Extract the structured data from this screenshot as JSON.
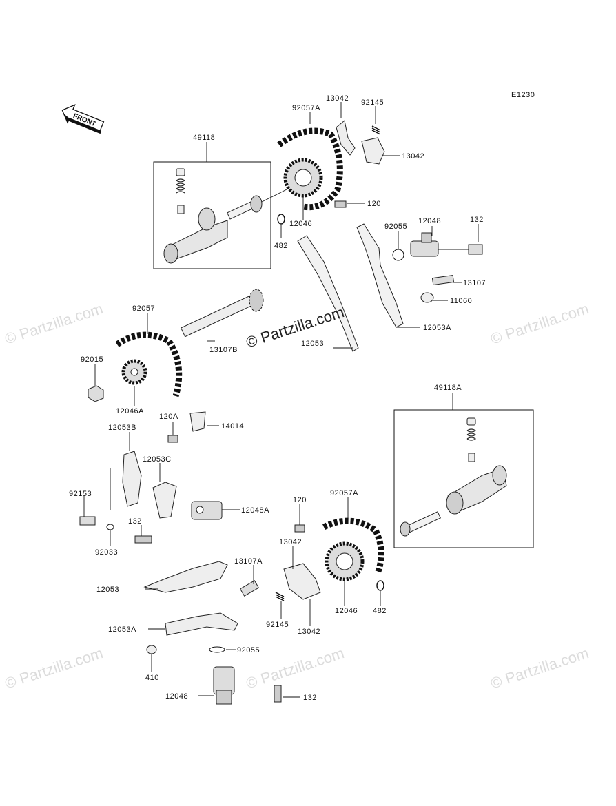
{
  "figure_code": "E1230",
  "front_label": "FRONT",
  "watermark": {
    "main": "© Partzilla.com",
    "tile": "© Partzilla.com"
  },
  "part_labels": {
    "p92057A_top": "92057A",
    "p13042_top": "13042",
    "p92145_top": "92145",
    "p13042_right": "13042",
    "p49118": "49118",
    "p120_top": "120",
    "p12046_top": "12046",
    "p482_top": "482",
    "p92055_top": "92055",
    "p12048_top": "12048",
    "p132_top": "132",
    "p13107": "13107",
    "p11060": "11060",
    "p12053A_top": "12053A",
    "p92057": "92057",
    "p13107B": "13107B",
    "p12053_mid": "12053",
    "p92015": "92015",
    "p12046A": "12046A",
    "p49118A": "49118A",
    "p120A": "120A",
    "p14014": "14014",
    "p12053B": "12053B",
    "p12053C": "12053C",
    "p92153": "92153",
    "p12048A": "12048A",
    "p132_mid": "132",
    "p92033": "92033",
    "p120_bot": "120",
    "p92057A_bot": "92057A",
    "p13042_bot1": "13042",
    "p13107A": "13107A",
    "p12053_bot": "12053",
    "p12046_bot": "12046",
    "p482_bot": "482",
    "p92145_bot": "92145",
    "p13042_bot2": "13042",
    "p12053A_bot": "12053A",
    "p92055_bot": "92055",
    "p410": "410",
    "p12048_bot": "12048",
    "p132_bot": "132"
  }
}
